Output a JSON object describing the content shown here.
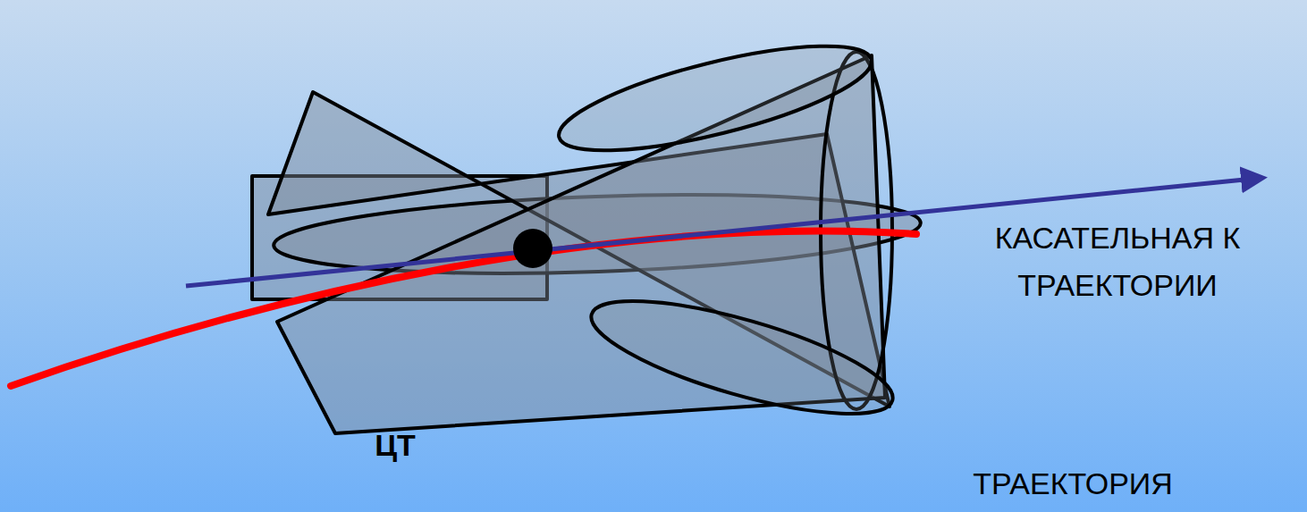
{
  "diagram": {
    "labels": [
      "ЦТ",
      "КАСАТЕЛЬНАЯ К ТРАЕКТОРИИ",
      "ТРАЕКТОРИЯ"
    ]
  }
}
